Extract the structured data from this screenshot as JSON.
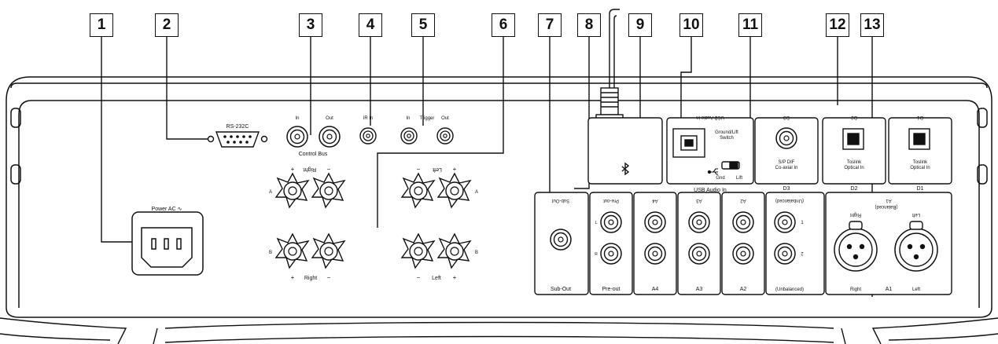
{
  "callouts": [
    "1",
    "2",
    "3",
    "4",
    "5",
    "6",
    "7",
    "8",
    "9",
    "10",
    "11",
    "12",
    "13"
  ],
  "labels": {
    "power": "Power AC ∿",
    "rs232": "RS-232C",
    "control_in": "In",
    "control_out": "Out",
    "control_bus": "Control Bus",
    "ir_in": "IR In",
    "trig_in": "In",
    "trigger": "Trigger",
    "trig_out": "Out",
    "right_top": "Right",
    "left_top": "Left",
    "plus": "+",
    "minus": "−",
    "a": "A",
    "b": "B",
    "right_bottom": "Right",
    "left_bottom": "Left",
    "usb_audio_in_top": "USB Audio In",
    "ground_lift": "Ground/Lift",
    "switch": "Switch",
    "gnd": "Gnd",
    "lift": "Lift",
    "usb_audio_in": "USB Audio In",
    "d3_top": "D3",
    "spdif": "S/P DIF",
    "coaxial_in": "Co-axial In",
    "d3": "D3",
    "d2_top": "D2",
    "toslink2": "Toslink",
    "optical2": "Optical In",
    "d2": "D2",
    "d1_top": "D1",
    "toslink1": "Toslink",
    "optical1": "Optical In",
    "d1": "D1",
    "subout_top": "Sub-Out",
    "subout": "Sub-Out",
    "preout_top": "Pre-out",
    "pre_l": "L",
    "pre_r": "R",
    "preout": "Pre-out",
    "a4_top": "A4",
    "a4": "A4",
    "a3_top": "A3",
    "a3": "A3",
    "a2_top": "A2",
    "a2": "A2",
    "unbal_top": "(Unbalanced)",
    "unbal_1": "1",
    "unbal_2": "2",
    "unbalanced": "(Unbalanced)",
    "a1_top": "A1",
    "balanced_top": "(Balanced)",
    "xlr_right_top": "Right",
    "xlr_left_top": "Left",
    "xlr_right": "Right",
    "a1": "A1",
    "xlr_left": "Left"
  },
  "icons": {
    "bluetooth": "bluetooth-icon",
    "usb": "usb-icon"
  }
}
